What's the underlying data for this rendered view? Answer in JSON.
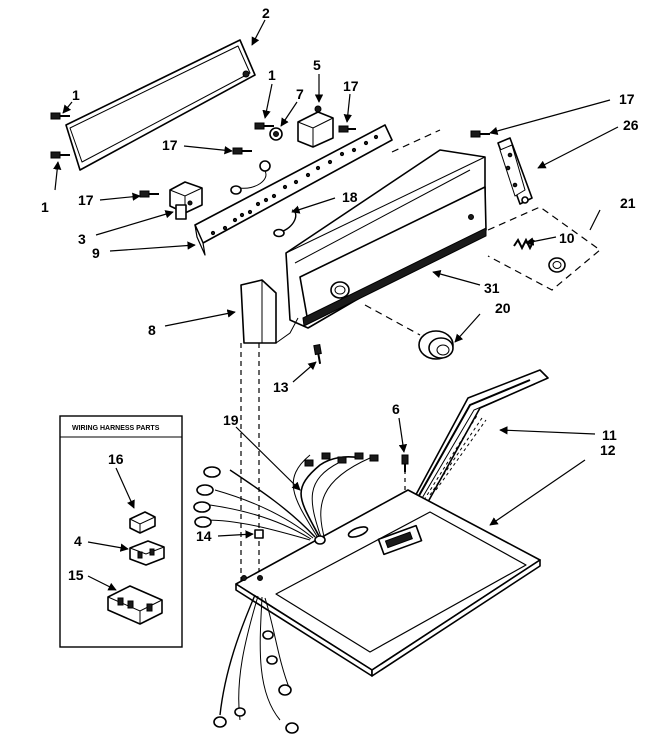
{
  "callouts": {
    "c1a": "1",
    "c1b": "1",
    "c1c": "1",
    "c2": "2",
    "c3": "3",
    "c4": "4",
    "c5": "5",
    "c6": "6",
    "c7": "7",
    "c8": "8",
    "c9": "9",
    "c10": "10",
    "c11": "11",
    "c12": "12",
    "c13": "13",
    "c14": "14",
    "c15": "15",
    "c16": "16",
    "c17a": "17",
    "c17b": "17",
    "c17c": "17",
    "c17d": "17",
    "c18": "18",
    "c19": "19",
    "c20": "20",
    "c21": "21",
    "c26": "26",
    "c31": "31"
  },
  "inset": {
    "title": "WIRING HARNESS PARTS"
  }
}
